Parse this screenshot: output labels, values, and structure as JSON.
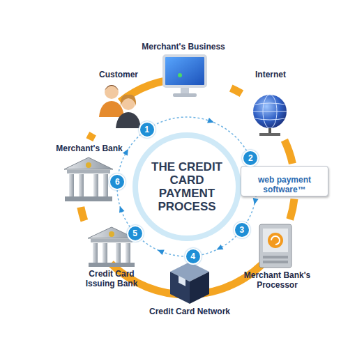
{
  "diagram": {
    "title": "THE CREDIT CARD PAYMENT PROCESS",
    "nodes": [
      {
        "text": [
          "Customer"
        ]
      },
      {
        "text": [
          "Merchant's Business"
        ]
      },
      {
        "text": [
          "Internet"
        ]
      },
      {
        "text": [
          "web payment software™"
        ]
      },
      {
        "text": [
          "Merchant Bank's Processor"
        ]
      },
      {
        "text": [
          "Credit Card Network"
        ]
      },
      {
        "text": [
          "Credit Card Issuing Bank"
        ]
      },
      {
        "text": [
          "Merchant's Bank"
        ]
      }
    ],
    "edges": [
      {
        "from": 0,
        "to": 1,
        "arrow": "none"
      },
      {
        "from": 1,
        "to": 2,
        "arrow": "none"
      },
      {
        "from": 2,
        "to": 3,
        "arrow": "none"
      },
      {
        "from": 3,
        "to": 4,
        "arrow": "none"
      },
      {
        "from": 4,
        "to": 5,
        "arrow": "none"
      },
      {
        "from": 5,
        "to": 6,
        "arrow": "none"
      },
      {
        "from": 6,
        "to": 7,
        "arrow": "none"
      },
      {
        "from": 7,
        "to": 0,
        "arrow": "none"
      }
    ],
    "labels": [
      "1",
      "2",
      "3",
      "4",
      "5",
      "6"
    ]
  }
}
